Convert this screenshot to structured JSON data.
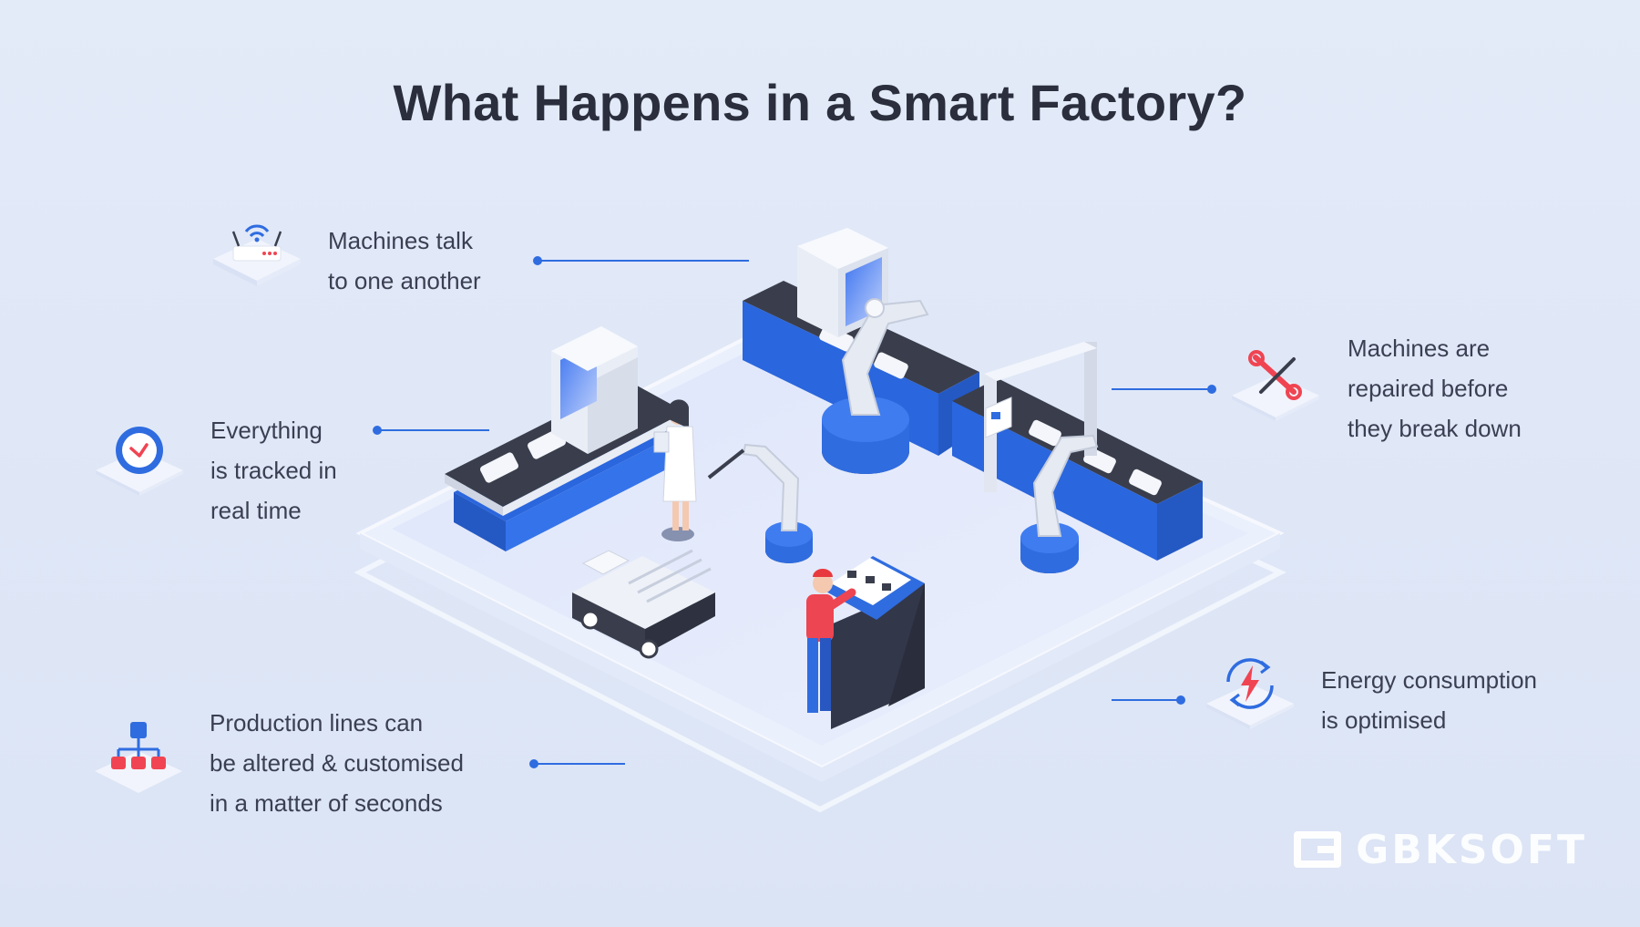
{
  "title": "What Happens in a Smart Factory?",
  "features": [
    {
      "id": "talk",
      "icon": "wifi-router-icon",
      "lines": [
        "Machines talk",
        "to one another"
      ]
    },
    {
      "id": "tracked",
      "icon": "clock-icon",
      "lines": [
        "Everything",
        "is tracked in",
        "real time"
      ]
    },
    {
      "id": "lines",
      "icon": "hierarchy-icon",
      "lines": [
        "Production lines can",
        "be altered & customised",
        "in a matter of seconds"
      ]
    },
    {
      "id": "repaired",
      "icon": "wrench-icon",
      "lines": [
        "Machines are",
        "repaired before",
        "they break down"
      ]
    },
    {
      "id": "energy",
      "icon": "energy-refresh-icon",
      "lines": [
        "Energy consumption",
        "is optimised"
      ]
    }
  ],
  "watermark": "GBKSOFT",
  "colors": {
    "accent_blue": "#2f6ce0",
    "accent_red": "#f04452",
    "background": "#e1e8f7",
    "text": "#3a3f52"
  }
}
